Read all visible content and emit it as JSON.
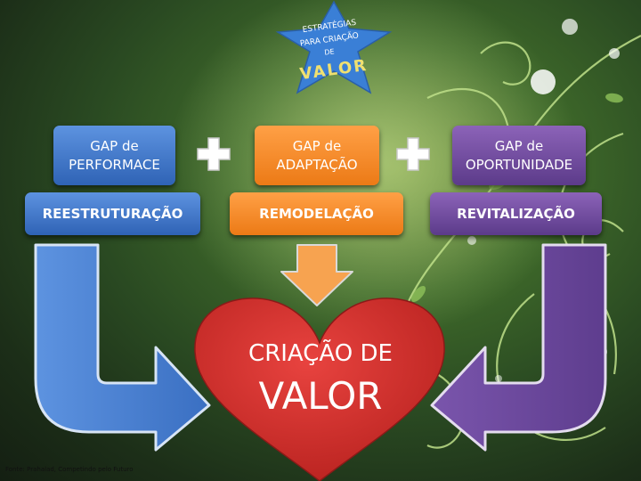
{
  "star": {
    "line1": "ESTRATÉGIAS",
    "line2": "PARA CRIAÇÃO",
    "line3": "DE",
    "line4": "VALOR"
  },
  "gaps": [
    {
      "line1": "GAP de",
      "line2": "PERFORMACE",
      "color": "#3f74c7"
    },
    {
      "line1": "GAP de",
      "line2": "ADAPTAÇÃO",
      "color": "#f28c28"
    },
    {
      "line1": "GAP de",
      "line2": "OPORTUNIDADE",
      "color": "#704aa0"
    }
  ],
  "strategies": [
    {
      "label": "REESTRUTURAÇÃO",
      "color": "#3f74c7"
    },
    {
      "label": "REMODELAÇÃO",
      "color": "#f28c28"
    },
    {
      "label": "REVITALIZAÇÃO",
      "color": "#704aa0"
    }
  ],
  "heart": {
    "line1": "CRIAÇÃO DE",
    "line2": "VALOR",
    "color": "#d8302c"
  },
  "source": "Fonte: Prahalad, Competindo pelo Futuro"
}
